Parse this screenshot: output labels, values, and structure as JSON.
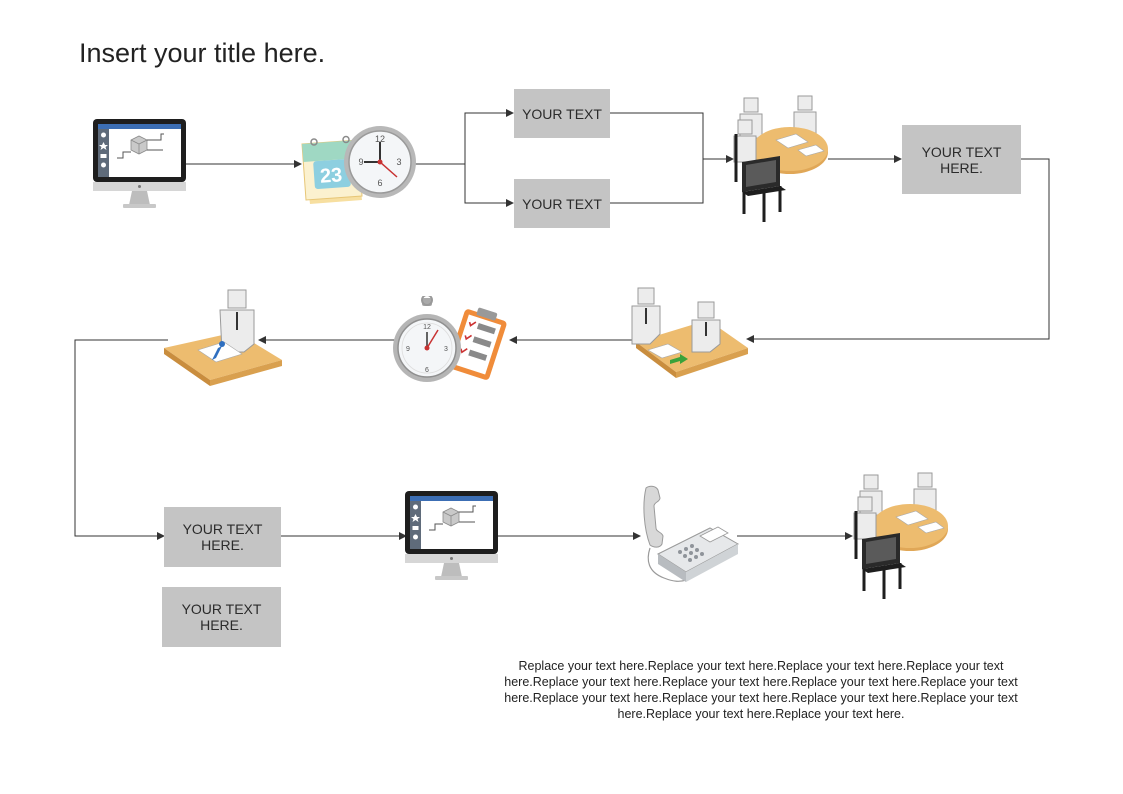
{
  "title": "Insert your title here.",
  "boxes": {
    "top_upper": "YOUR TEXT",
    "top_lower": "YOUR TEXT",
    "right": "YOUR TEXT HERE.",
    "bottom_upper": "YOUR TEXT HERE.",
    "bottom_lower": "YOUR TEXT HERE."
  },
  "note": "Replace your text here.Replace your text here.Replace your text here.Replace your text here.Replace your text here.Replace your text here.Replace your text here.Replace your text here.Replace your text here.Replace your text here.Replace your text here.Replace your text here.Replace your text here.Replace your text here.",
  "calendar_day": "23",
  "colors": {
    "box_fill": "#c4c4c4",
    "line": "#333333",
    "desk": "#e0a757",
    "screen_frame": "#1e1e1e",
    "screen_bar": "#3c6eb4"
  }
}
